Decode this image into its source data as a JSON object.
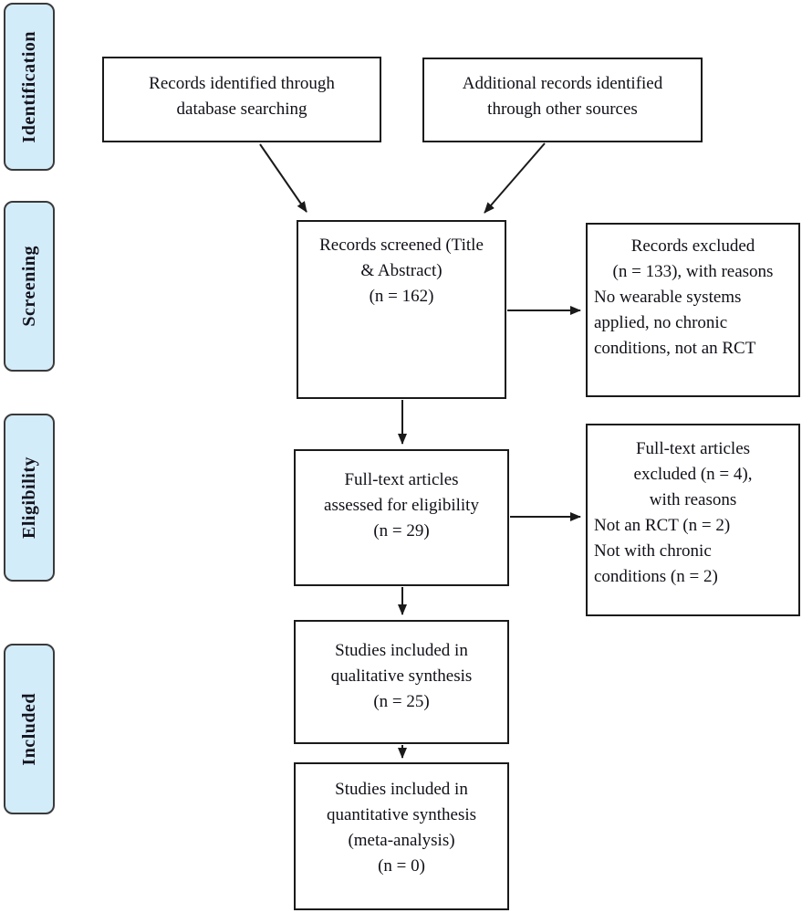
{
  "figure": {
    "kind": "PRISMA flow diagram"
  },
  "colors": {
    "stage_fill": "#d3ecfa",
    "stage_border": "#3a3a3a",
    "box_border": "#1a1a1a",
    "arrow": "#1a1a1a",
    "text": "#101018",
    "background": "#ffffff"
  },
  "stages": [
    {
      "label": "Identification"
    },
    {
      "label": "Screening"
    },
    {
      "label": "Eligibility"
    },
    {
      "label": "Included"
    }
  ],
  "boxes": {
    "identified_db": {
      "text": "Records identified through\ndatabase searching"
    },
    "identified_other": {
      "text": "Additional records identified\nthrough other sources"
    },
    "screened": {
      "text": "Records screened (Title\n& Abstract)\n(n = 162)"
    },
    "records_excluded": {
      "header": "Records excluded\n(n = 133), with reasons",
      "reasons": "No wearable systems\napplied, no chronic\nconditions, not an RCT"
    },
    "fulltext_assessed": {
      "text": "Full-text articles\nassessed for eligibility\n(n = 29)"
    },
    "fulltext_excluded": {
      "header": "Full-text articles\nexcluded (n = 4),\nwith reasons",
      "reasons": "Not an RCT (n = 2)\nNot with chronic\nconditions (n = 2)"
    },
    "qualitative": {
      "text": "Studies included in\nqualitative synthesis\n(n = 25)"
    },
    "quantitative": {
      "text": "Studies included in\nquantitative synthesis\n(meta-analysis)\n(n = 0)"
    }
  }
}
